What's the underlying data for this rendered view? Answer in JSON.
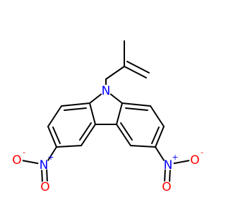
{
  "molecule": {
    "atoms": {
      "n9": {
        "symbol": "N",
        "color": "#0000ff"
      },
      "nitro_left_n": {
        "symbol": "N",
        "charge": "+",
        "color": "#0000ff"
      },
      "nitro_left_o_single": {
        "symbol": "O",
        "charge": "-",
        "color": "#ff0000"
      },
      "nitro_left_o_double": {
        "symbol": "O",
        "color": "#ff0000"
      },
      "nitro_right_n": {
        "symbol": "N",
        "charge": "+",
        "color": "#0000ff"
      },
      "nitro_right_o_single": {
        "symbol": "O",
        "charge": "-",
        "color": "#ff0000"
      },
      "nitro_right_o_double": {
        "symbol": "O",
        "color": "#ff0000"
      }
    },
    "colors": {
      "bond": "#000000",
      "nitrogen": "#0000ff",
      "oxygen": "#ff0000",
      "background": "#ffffff"
    }
  }
}
